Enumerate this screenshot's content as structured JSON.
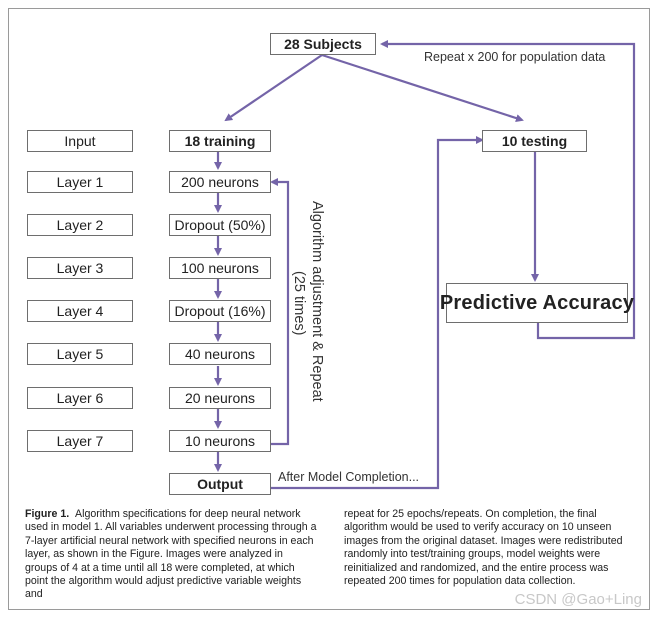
{
  "top_node": "28 Subjects",
  "repeat_note": "Repeat x 200 for population data",
  "training_node": "18 training",
  "testing_node": "10 testing",
  "input_label": "Input",
  "layers": [
    {
      "label": "Layer 1",
      "node": "200 neurons"
    },
    {
      "label": "Layer 2",
      "node": "Dropout (50%)"
    },
    {
      "label": "Layer 3",
      "node": "100 neurons"
    },
    {
      "label": "Layer 4",
      "node": "Dropout (16%)"
    },
    {
      "label": "Layer 5",
      "node": "40 neurons"
    },
    {
      "label": "Layer 6",
      "node": "20 neurons"
    },
    {
      "label": "Layer 7",
      "node": "10 neurons"
    }
  ],
  "output_node": "Output",
  "after_completion": "After Model Completion...",
  "predictive_accuracy": "Predictive  Accuracy",
  "loop_line1": "Algorithm  adjustment  & Repeat",
  "loop_line2": "(25 times)",
  "caption": {
    "figure_label": "Figure 1.",
    "left_text": "Algorithm specifications for deep neural network used in model 1. All variables underwent processing through a 7-layer artificial neural network with specified neurons in each layer, as shown in the Figure. Images were analyzed in groups of 4 at a time until all 18 were completed, at which point the algorithm would adjust predictive variable weights and",
    "right_text": "repeat for 25 epochs/repeats. On completion, the final algorithm would be used to verify accuracy on 10 unseen images from the original dataset. Images were redistributed randomly into test/training groups, model weights were reinitialized and randomized, and the entire process was repeated 200 times for population data collection."
  },
  "watermark": "CSDN @Gao+Ling",
  "colors": {
    "arrow": "#7464a8",
    "border": "#6e6e6e",
    "frame": "#9a9a9a"
  }
}
